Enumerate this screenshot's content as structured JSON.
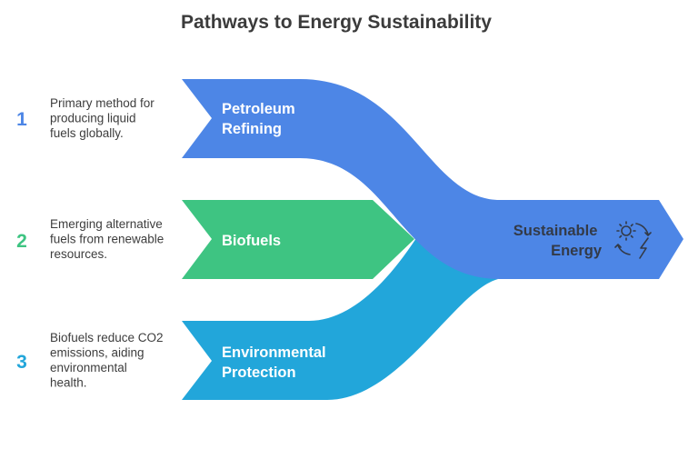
{
  "title": "Pathways to Energy Sustainability",
  "colors": {
    "petroleum": "#4d86e6",
    "biofuels": "#3ec482",
    "environmental": "#22a6da",
    "outcome_text": "#333a47",
    "icon": "#333a47"
  },
  "pathways": [
    {
      "number": "1",
      "label": [
        "Petroleum",
        "Refining"
      ],
      "description": [
        "Primary method for",
        "producing liquid",
        "fuels globally."
      ],
      "color": "#4d86e6"
    },
    {
      "number": "2",
      "label": [
        "Biofuels"
      ],
      "description": [
        "Emerging alternative",
        "fuels from renewable",
        "resources."
      ],
      "color": "#3ec482"
    },
    {
      "number": "3",
      "label": [
        "Environmental",
        "Protection"
      ],
      "description": [
        "Biofuels reduce CO2",
        "emissions, aiding",
        "environmental",
        "health."
      ],
      "color": "#22a6da"
    }
  ],
  "outcome": {
    "label": [
      "Sustainable",
      "Energy"
    ],
    "icon": "sun-energy-cycle-icon"
  }
}
